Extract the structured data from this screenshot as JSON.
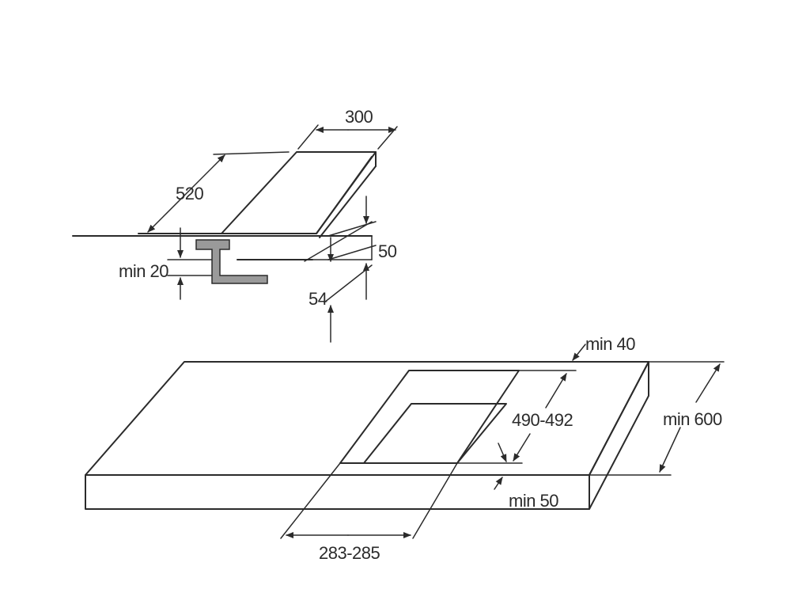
{
  "labels": {
    "hob_width": "300",
    "hob_depth": "520",
    "below_clearance": "min 20",
    "hob_height": "50",
    "total_height": "54",
    "rear_margin": "min 40",
    "cutout_depth": "490-492",
    "worktop_depth": "min 600",
    "front_margin": "min 50",
    "cutout_width": "283-285"
  },
  "colors": {
    "line": "#2b2b2b",
    "bracket_fill": "#9a9a9a",
    "background": "#ffffff"
  }
}
